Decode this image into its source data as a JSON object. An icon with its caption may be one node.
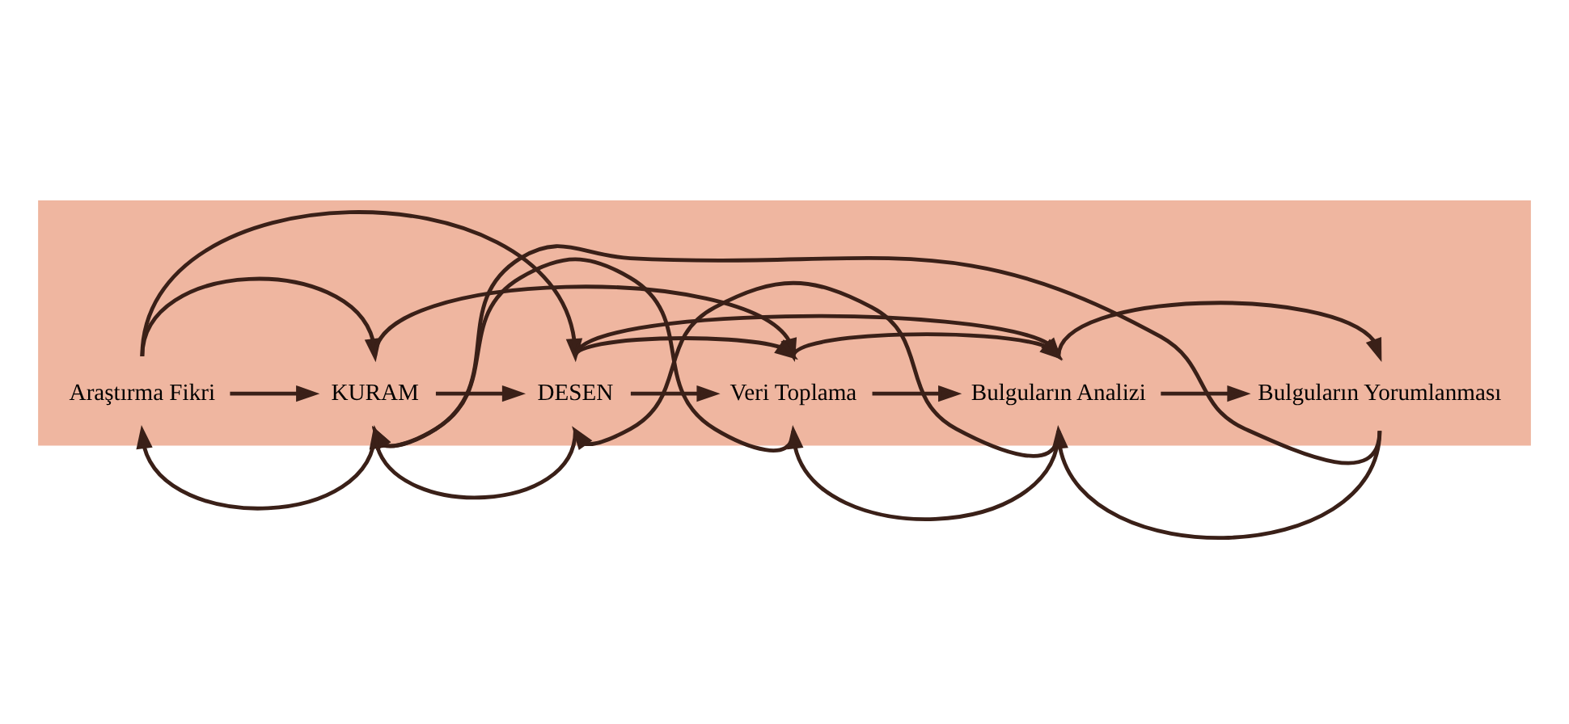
{
  "diagram": {
    "nodes": [
      {
        "text": [],
        "shape": "bar"
      },
      {
        "text": [
          "Araştırma Fikri"
        ],
        "in": 0
      },
      {
        "text": [
          "KURAM"
        ],
        "in": 0
      },
      {
        "text": [
          "DESEN"
        ],
        "in": 0
      },
      {
        "text": [
          "Veri Toplama"
        ],
        "in": 0
      },
      {
        "text": [
          "Bulguların Analizi"
        ],
        "in": 0
      },
      {
        "text": [
          "Bulguların Yorumlanması"
        ],
        "in": 0
      }
    ],
    "edges": [
      {
        "from": 1,
        "to": 2,
        "arrow": "to"
      },
      {
        "from": 2,
        "to": 3,
        "arrow": "to"
      },
      {
        "from": 3,
        "to": 4,
        "arrow": "to"
      },
      {
        "from": 4,
        "to": 5,
        "arrow": "to"
      },
      {
        "from": 5,
        "to": 6,
        "arrow": "to"
      },
      {
        "from": 1,
        "to": 2,
        "arrow": "to"
      },
      {
        "from": 1,
        "to": 3,
        "arrow": "to"
      },
      {
        "from": 2,
        "to": 4,
        "arrow": "to"
      },
      {
        "from": 3,
        "to": 4,
        "arrow": "to"
      },
      {
        "from": 3,
        "to": 5,
        "arrow": "to"
      },
      {
        "from": 4,
        "to": 5,
        "arrow": "to"
      },
      {
        "from": 5,
        "to": 6,
        "arrow": "to"
      },
      {
        "from": 2,
        "to": 1,
        "arrow": "to"
      },
      {
        "from": 3,
        "to": 2,
        "arrow": "to"
      },
      {
        "from": 4,
        "to": 2,
        "arrow": "to"
      },
      {
        "from": 6,
        "to": 2,
        "arrow": "to"
      },
      {
        "from": 5,
        "to": 3,
        "arrow": "to"
      },
      {
        "from": 5,
        "to": 4,
        "arrow": "to"
      },
      {
        "from": 6,
        "to": 5,
        "arrow": "to"
      }
    ]
  }
}
